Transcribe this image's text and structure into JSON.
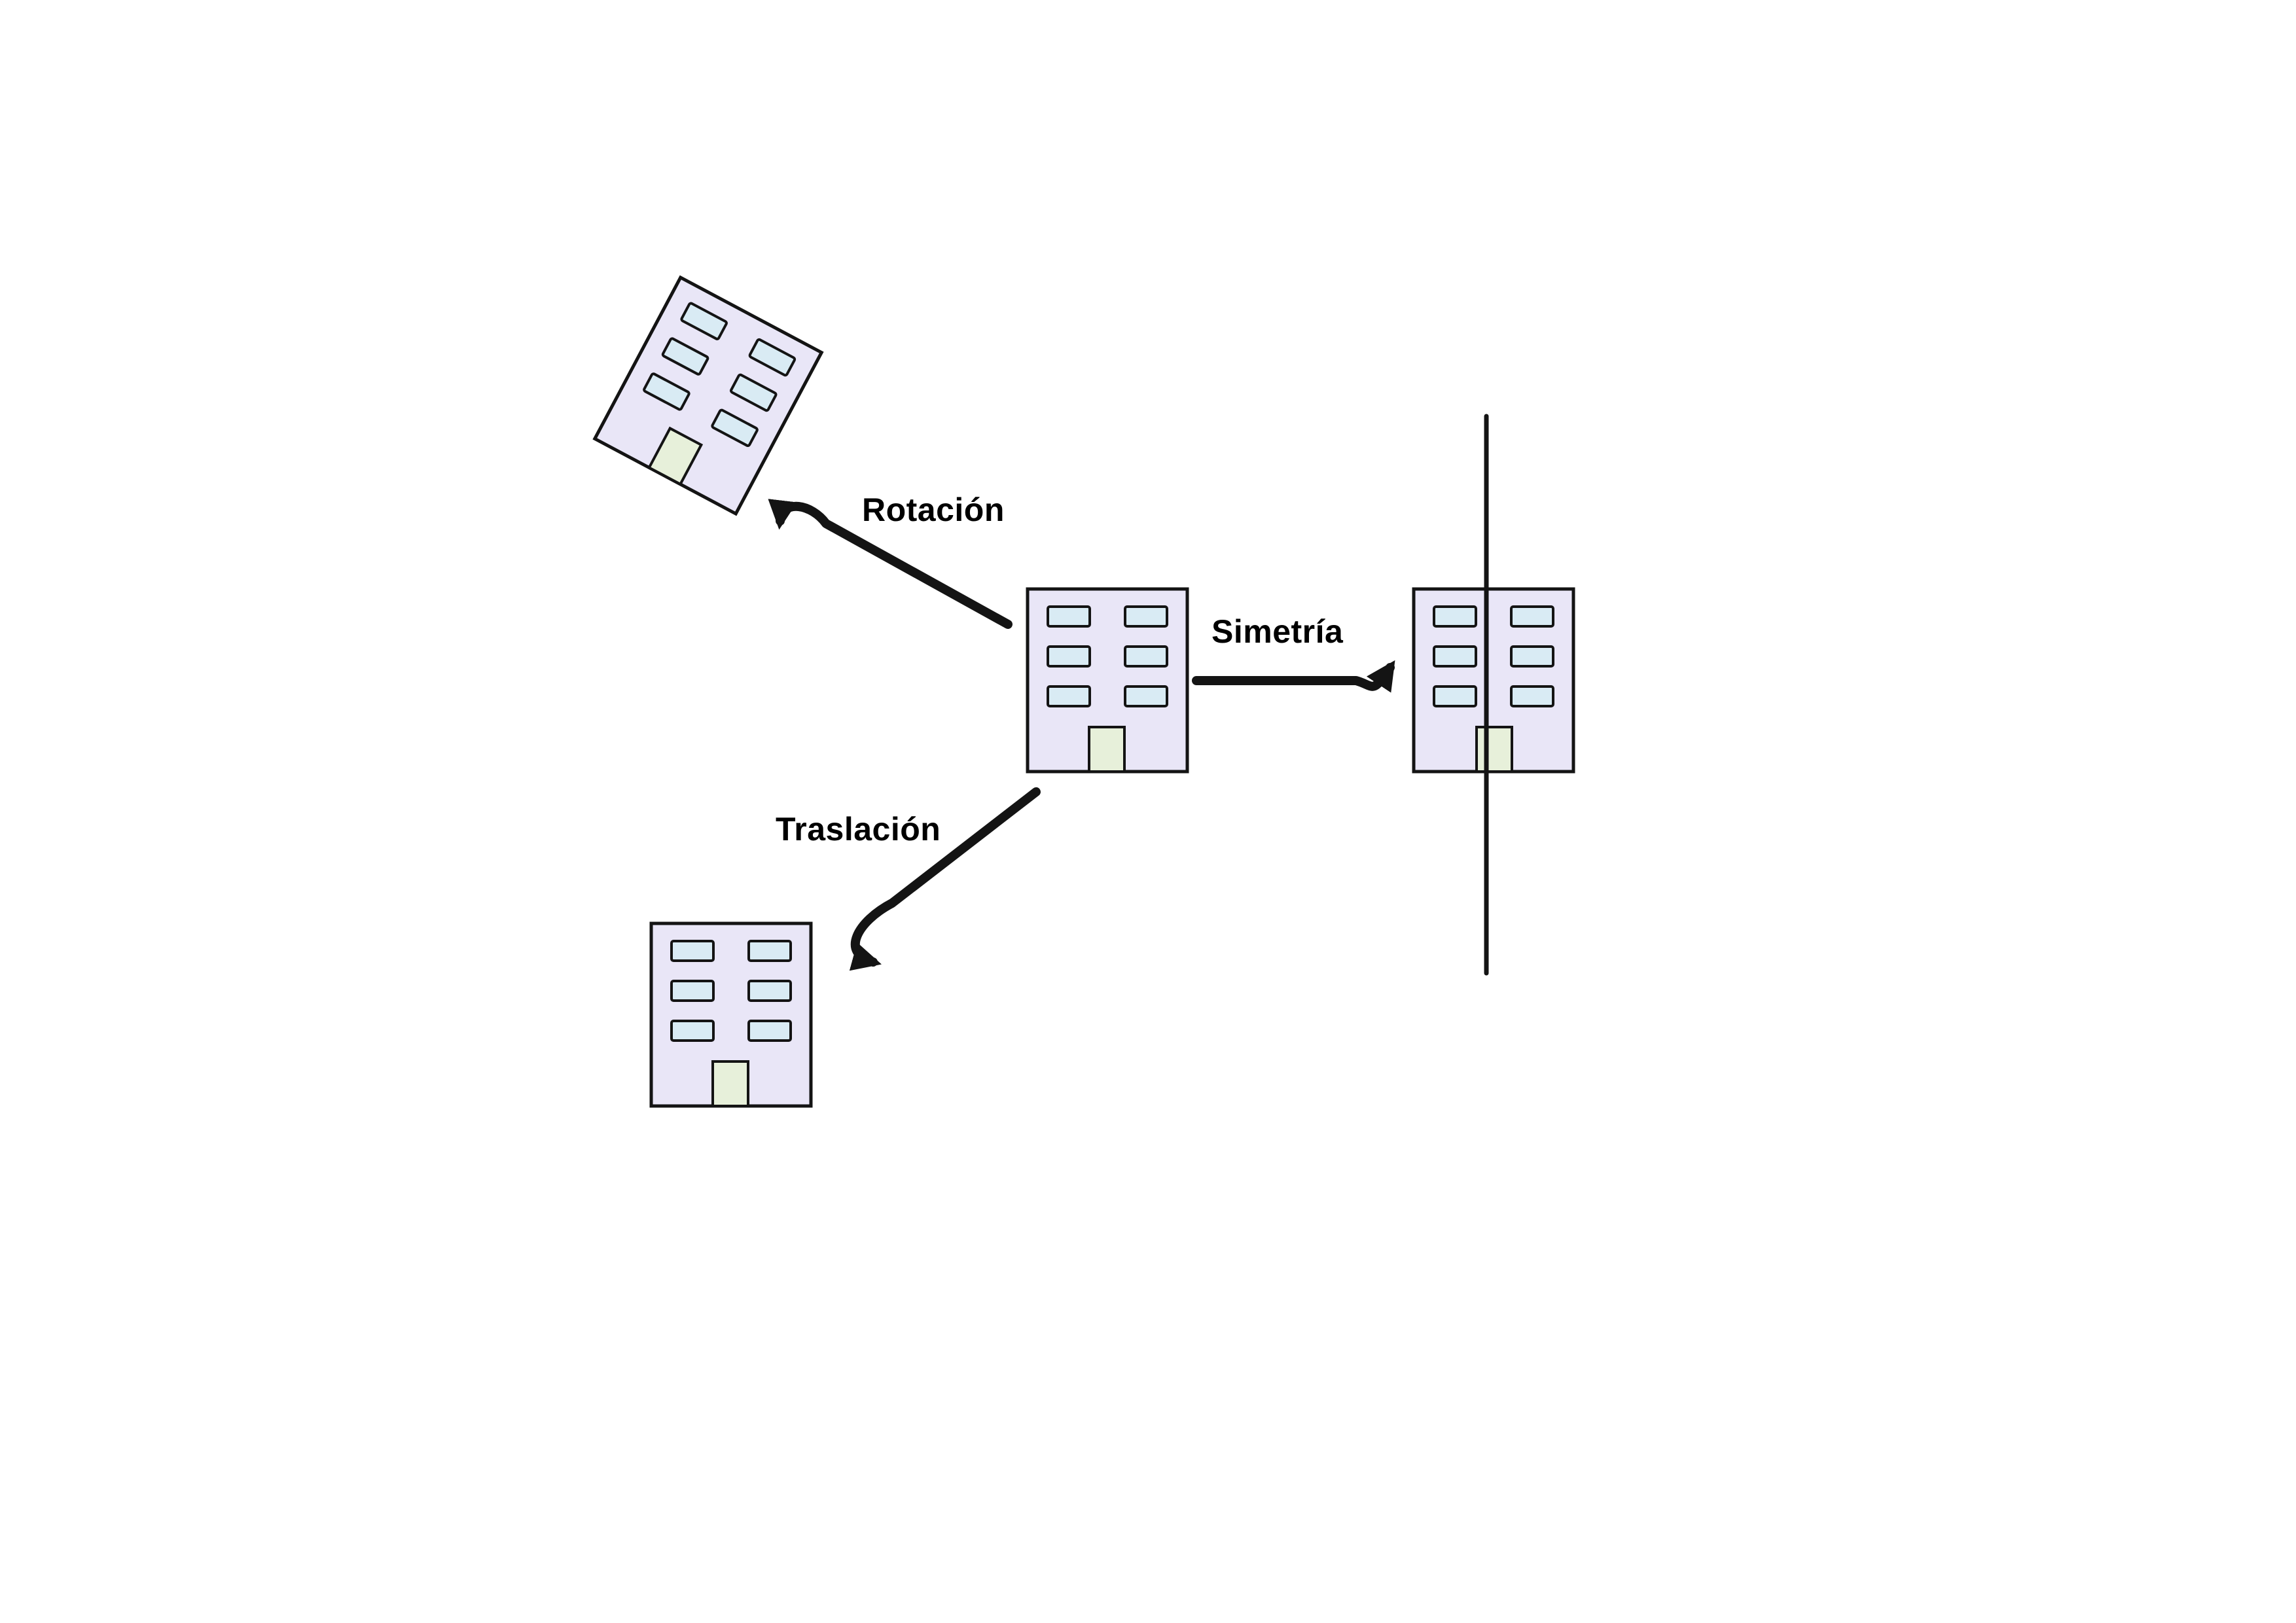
{
  "diagram": {
    "labels": {
      "rotation": "Rotación",
      "symmetry": "Simetría",
      "translation": "Traslación"
    },
    "buildings": [
      {
        "id": "original"
      },
      {
        "id": "rotated"
      },
      {
        "id": "reflected"
      },
      {
        "id": "translated"
      }
    ],
    "windows_rows": 3,
    "windows_cols": 2
  },
  "colors": {
    "background": "#ffffff",
    "outline": "#141414",
    "building_fill": "#e9e6f7",
    "window_fill": "#d9ebf4",
    "door_fill": "#e7f0da",
    "arrow": "#141414",
    "label_text": "#000000"
  }
}
